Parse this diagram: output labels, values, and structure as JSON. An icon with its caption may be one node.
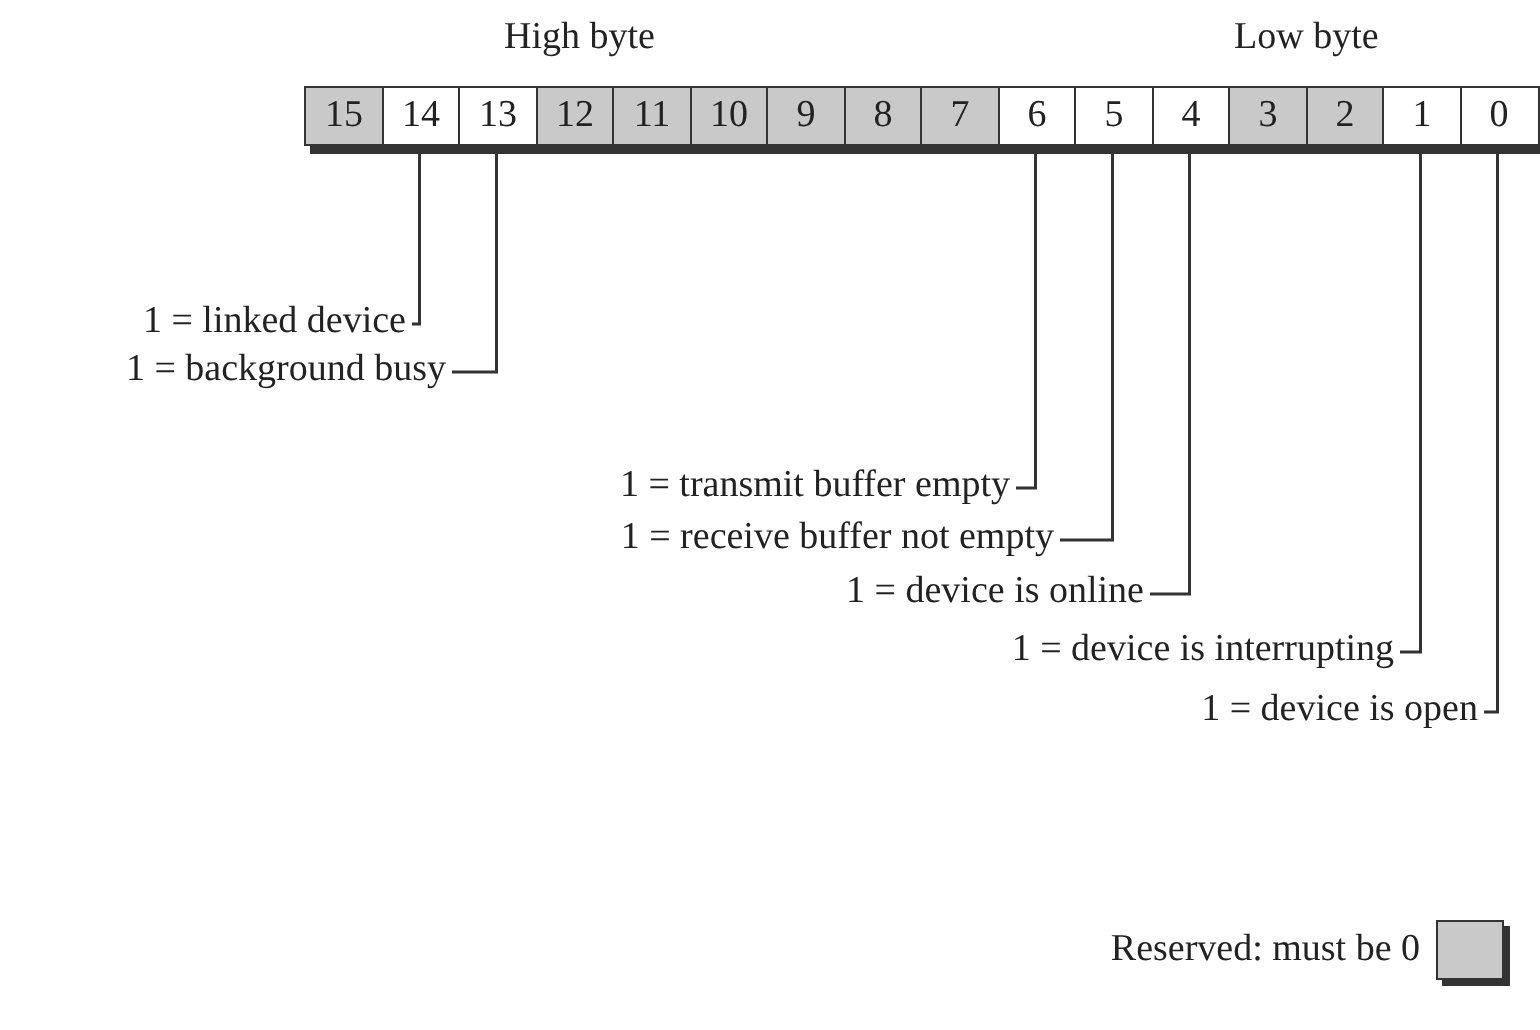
{
  "diagram": {
    "nodes": [
      {
        "text": [
          "15"
        ]
      },
      {
        "text": [
          "14"
        ]
      },
      {
        "text": [
          "13"
        ]
      },
      {
        "text": [
          "12"
        ]
      },
      {
        "text": [
          "11"
        ]
      },
      {
        "text": [
          "10"
        ]
      },
      {
        "text": [
          "9"
        ]
      },
      {
        "text": [
          "8"
        ]
      },
      {
        "text": [
          "7"
        ]
      },
      {
        "text": [
          "6"
        ]
      },
      {
        "text": [
          "5"
        ]
      },
      {
        "text": [
          "4"
        ]
      },
      {
        "text": [
          "3"
        ]
      },
      {
        "text": [
          "2"
        ]
      },
      {
        "text": [
          "1"
        ]
      },
      {
        "text": [
          "0"
        ]
      },
      {
        "text": [
          "1 = linked device"
        ]
      },
      {
        "text": [
          "1 = background busy"
        ]
      },
      {
        "text": [
          "1 = transmit buffer empty"
        ]
      },
      {
        "text": [
          "1 = receive buffer not empty"
        ]
      },
      {
        "text": [
          "1 = device is online"
        ]
      },
      {
        "text": [
          "1 = device is interrupting"
        ]
      },
      {
        "text": [
          "1 = device is open"
        ]
      }
    ],
    "edges": [
      {
        "from": 16,
        "to": 1,
        "arrow": "none"
      },
      {
        "from": 17,
        "to": 2,
        "arrow": "none"
      },
      {
        "from": 18,
        "to": 9,
        "arrow": "none"
      },
      {
        "from": 19,
        "to": 10,
        "arrow": "none"
      },
      {
        "from": 20,
        "to": 11,
        "arrow": "none"
      },
      {
        "from": 21,
        "to": 14,
        "arrow": "none"
      },
      {
        "from": 22,
        "to": 15,
        "arrow": "none"
      }
    ],
    "labels": [
      "High byte",
      "Low byte"
    ],
    "legend": [
      {
        "text": "Reserved: must be 0",
        "color": "#c9c9c9"
      }
    ]
  }
}
